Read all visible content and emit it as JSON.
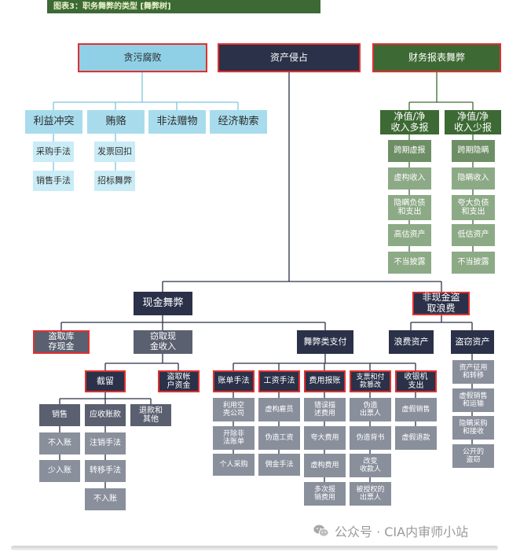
{
  "header": "图表3：职务舞弊的类型 [舞弊树]",
  "watermark": "公众号 · CIA内审师小站",
  "colors": {
    "red_border": "#e03030",
    "navy": "#2a3148",
    "green": "#3d6a34",
    "light_blue": "#8fd0e6",
    "line": "#2a3148"
  },
  "nodes": {
    "corruption": "贪污腐败",
    "asset": "资产侵占",
    "fin": "财务报表舞弊",
    "conflict": "利益冲突",
    "bribery": "贿赂",
    "gratuity": "非法赠物",
    "extortion": "经济勒索",
    "purchase": "采购手法",
    "sales": "销售手法",
    "kickback": "发票回扣",
    "bidrig": "招标舞弊",
    "over": "净值/净\n收入多报",
    "under": "净值/净\n收入少报",
    "o1": "跨期虚报",
    "o2": "虚构收入",
    "o3": "隐瞒负债\n和支出",
    "o4": "高估资产",
    "o5": "不当披露",
    "u1": "跨期隐瞒",
    "u2": "隐瞒收入",
    "u3": "夸大负债\n和支出",
    "u4": "低估资产",
    "u5": "不当披露",
    "cash": "现金舞弊",
    "noncash": "非现金盗\n取浪费",
    "larceny": "盗取库\n存现金",
    "receipts": "窃取现\n金收入",
    "disburse": "舞弊类支付",
    "misuse": "浪费资产",
    "theft": "盗窃资产",
    "skim": "截留",
    "stealacct": "盗取帐\n户资金",
    "sk_sales": "销售",
    "sk_ar": "应收账款",
    "sk_refund": "退款和\n其他",
    "unrec": "不入账",
    "under_rec": "少入账",
    "writeoff": "注销手法",
    "lapping": "转移手法",
    "unrec2": "不入账",
    "billing": "账单手法",
    "payroll": "工资手法",
    "expense": "费用报账",
    "check": "支票和付\n款篡改",
    "register": "收银机\n支出",
    "b1": "利用空\n壳公司",
    "b2": "开除非\n法账单",
    "b3": "个人采购",
    "p1": "虚构雇员",
    "p2": "伪造工资",
    "p3": "佣金手法",
    "e1": "错误描\n述费用",
    "e2": "夸大费用",
    "e3": "虚构费用",
    "e4": "多次报\n销费用",
    "c1": "伪造\n出票人",
    "c2": "伪造背书",
    "c3": "改变\n收款人",
    "c4": "被授权的\n出票人",
    "r1": "虚假销售",
    "r2": "虚假退款",
    "t1": "资产征用\n和转移",
    "t2": "虚假销售\n和运输",
    "t3": "隐瞒采购\n和接收",
    "t4": "公开的\n盗窃"
  }
}
